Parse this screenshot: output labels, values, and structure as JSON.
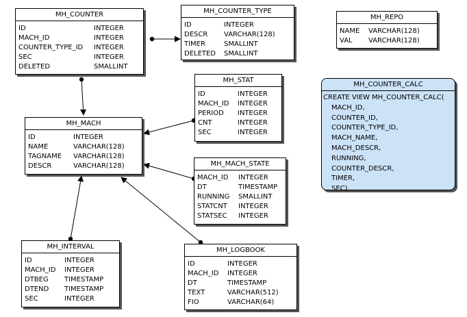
{
  "entities": {
    "mh_counter": {
      "name": "MH_COUNTER",
      "columns": [
        {
          "name": "ID",
          "type": "INTEGER"
        },
        {
          "name": "MACH_ID",
          "type": "INTEGER"
        },
        {
          "name": "COUNTER_TYPE_ID",
          "type": "INTEGER"
        },
        {
          "name": "SEC",
          "type": "INTEGER"
        },
        {
          "name": "DELETED",
          "type": "SMALLINT"
        }
      ]
    },
    "mh_counter_type": {
      "name": "MH_COUNTER_TYPE",
      "columns": [
        {
          "name": "ID",
          "type": "INTEGER"
        },
        {
          "name": "DESCR",
          "type": "VARCHAR(128)"
        },
        {
          "name": "TIMER",
          "type": "SMALLINT"
        },
        {
          "name": "DELETED",
          "type": "SMALLINT"
        }
      ]
    },
    "mh_repo": {
      "name": "MH_REPO",
      "columns": [
        {
          "name": "NAME",
          "type": "VARCHAR(128)"
        },
        {
          "name": "VAL",
          "type": "VARCHAR(128)"
        }
      ]
    },
    "mh_stat": {
      "name": "MH_STAT",
      "columns": [
        {
          "name": "ID",
          "type": "INTEGER"
        },
        {
          "name": "MACH_ID",
          "type": "INTEGER"
        },
        {
          "name": "PERIOD",
          "type": "INTEGER"
        },
        {
          "name": "CNT",
          "type": "INTEGER"
        },
        {
          "name": "SEC",
          "type": "INTEGER"
        }
      ]
    },
    "mh_mach": {
      "name": "MH_MACH",
      "columns": [
        {
          "name": "ID",
          "type": "INTEGER"
        },
        {
          "name": "NAME",
          "type": "VARCHAR(128)"
        },
        {
          "name": "TAGNAME",
          "type": "VARCHAR(128)"
        },
        {
          "name": "DESCR",
          "type": "VARCHAR(128)"
        }
      ]
    },
    "mh_mach_state": {
      "name": "MH_MACH_STATE",
      "columns": [
        {
          "name": "MACH_ID",
          "type": "INTEGER"
        },
        {
          "name": "DT",
          "type": "TIMESTAMP"
        },
        {
          "name": "RUNNING",
          "type": "SMALLINT"
        },
        {
          "name": "STATCNT",
          "type": "INTEGER"
        },
        {
          "name": "STATSEC",
          "type": "INTEGER"
        }
      ]
    },
    "mh_interval": {
      "name": "MH_INTERVAL",
      "columns": [
        {
          "name": "ID",
          "type": "INTEGER"
        },
        {
          "name": "MACH_ID",
          "type": "INTEGER"
        },
        {
          "name": "DTBEG",
          "type": "TIMESTAMP"
        },
        {
          "name": "DTEND",
          "type": "TIMESTAMP"
        },
        {
          "name": "SEC",
          "type": "INTEGER"
        }
      ]
    },
    "mh_logbook": {
      "name": "MH_LOGBOOK",
      "columns": [
        {
          "name": "ID",
          "type": "INTEGER"
        },
        {
          "name": "MACH_ID",
          "type": "INTEGER"
        },
        {
          "name": "DT",
          "type": "TIMESTAMP"
        },
        {
          "name": "TEXT",
          "type": "VARCHAR(512)"
        },
        {
          "name": "FIO",
          "type": "VARCHAR(64)"
        }
      ]
    }
  },
  "view": {
    "name": "MH_COUNTER_CALC",
    "sql_lines": [
      "CREATE VIEW MH_COUNTER_CALC(",
      "MACH_ID,",
      "COUNTER_ID,",
      "COUNTER_TYPE_ID,",
      "MACH_NAME,",
      "MACH_DESCR,",
      "RUNNING,",
      "COUNTER_DESCR,",
      "TIMER,",
      "SEC)"
    ]
  },
  "colors": {
    "view_fill": "#cce2f7",
    "line": "#000000",
    "shadow": "#555555"
  }
}
